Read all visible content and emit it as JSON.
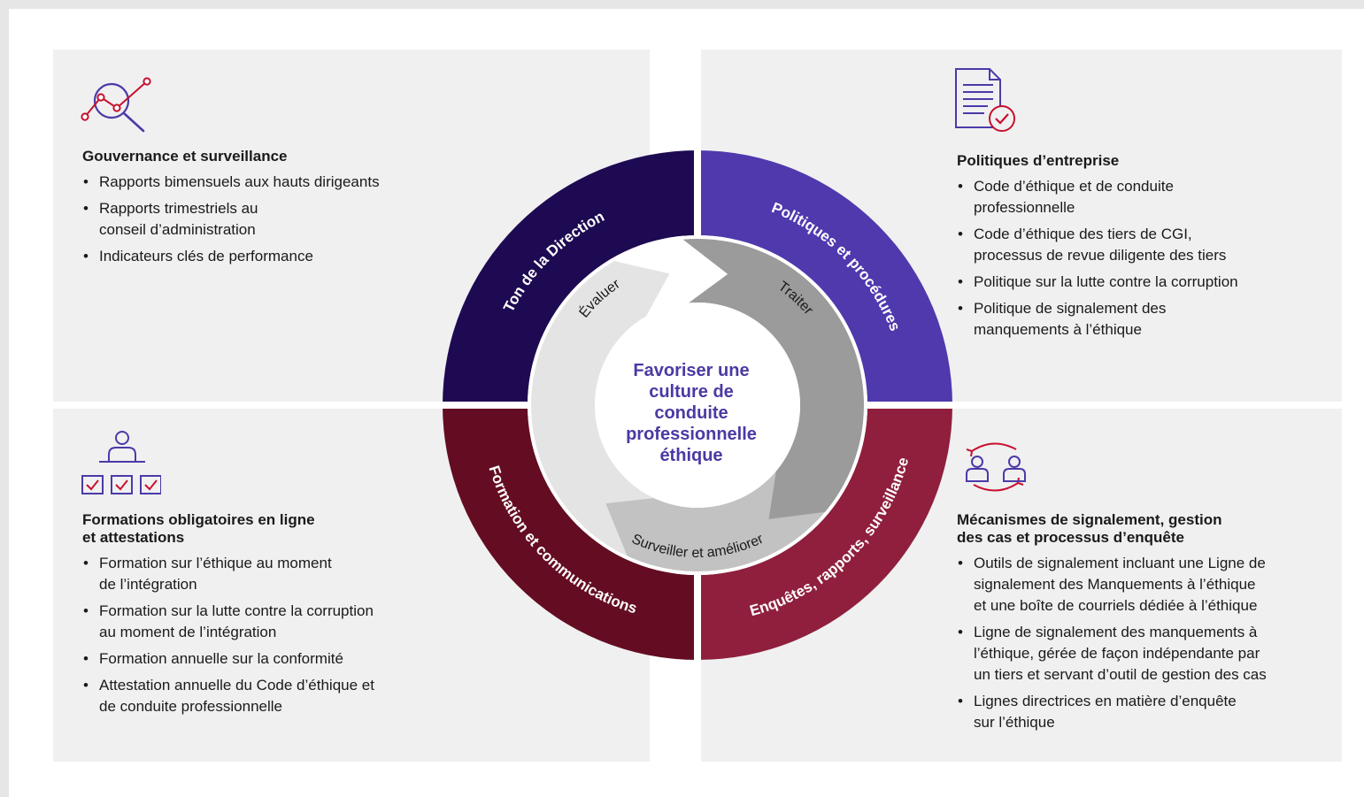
{
  "center": {
    "label": "Favoriser une\nculture de\nconduite\nprofessionnelle\néthique"
  },
  "outer_ring": [
    {
      "label": "Ton de la Direction",
      "color": "#1e0a52"
    },
    {
      "label": "Politiques et procédures",
      "color": "#5038ad"
    },
    {
      "label": "Enquêtes, rapports, surveillance",
      "color": "#8f1f3d"
    },
    {
      "label": "Formation et communications",
      "color": "#640d22"
    }
  ],
  "inner_cycle": [
    {
      "label": "Évaluer",
      "color": "#e4e4e4"
    },
    {
      "label": "Traiter",
      "color": "#9b9b9b"
    },
    {
      "label": "Surveiller et améliorer",
      "color": "#c2c2c2"
    }
  ],
  "quadrants": {
    "top_left": {
      "icon": "magnifier-trend-icon",
      "title": "Gouvernance et surveillance",
      "items": [
        "Rapports bimensuels aux hauts dirigeants",
        "Rapports trimestriels au\nconseil d’administration",
        "Indicateurs clés de performance"
      ]
    },
    "top_right": {
      "icon": "document-check-icon",
      "title": "Politiques d’entreprise",
      "items": [
        "Code d’éthique et de conduite\nprofessionnelle",
        "Code d’éthique des tiers de CGI,\nprocessus de revue diligente des tiers",
        "Politique sur la lutte contre la corruption",
        "Politique de signalement des\nmanquements à l’éthique"
      ]
    },
    "bottom_left": {
      "icon": "trainer-checklist-icon",
      "title": "Formations obligatoires en ligne\net attestations",
      "items": [
        "Formation sur l’éthique au moment\nde l’intégration",
        "Formation sur la lutte contre la corruption\nau moment de l’intégration",
        "Formation annuelle sur la conformité",
        "Attestation annuelle du Code d’éthique et\nde conduite professionnelle"
      ]
    },
    "bottom_right": {
      "icon": "people-exchange-icon",
      "title": "Mécanismes de signalement, gestion\ndes cas et processus d’enquête",
      "items": [
        "Outils de signalement incluant une Ligne de\nsignalement des Manquements à l’éthique\net une boîte de courriels dédiée à l’éthique",
        "Ligne de signalement des manquements à\nl’éthique, gérée de façon indépendante par\nun tiers et servant d’outil de gestion des cas",
        "Lignes directrices en matière d’enquête\nsur l’éthique"
      ]
    }
  },
  "colors": {
    "accent_red": "#c8102e",
    "icon_purple": "#4b3aa8",
    "panel_bg": "#f0f0f1"
  }
}
